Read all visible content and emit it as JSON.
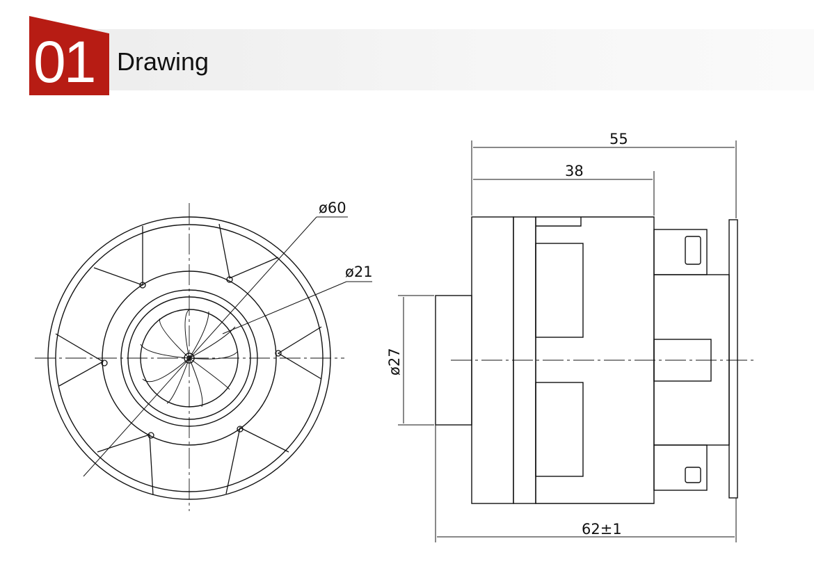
{
  "header": {
    "number": "01",
    "title": "Drawing",
    "accent": "#b71c14"
  },
  "dimensions": {
    "outer_diameter": "ø60",
    "inner_diameter": "ø21",
    "inlet_diameter": "ø27",
    "overall_length": "55",
    "body_length": "38",
    "total_length": "62±1"
  }
}
